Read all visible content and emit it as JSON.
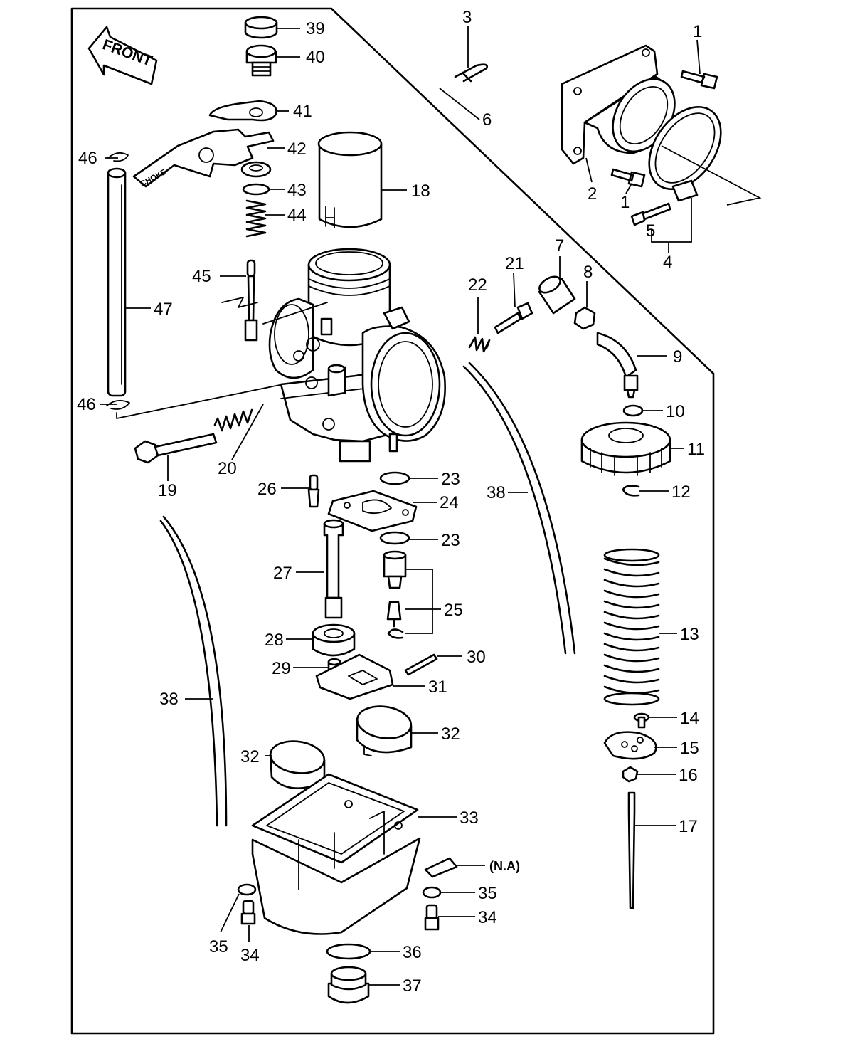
{
  "front_label": "FRONT",
  "choke_text": "CHOKE",
  "callouts": {
    "c1a": "1",
    "c1b": "1",
    "c2": "2",
    "c3": "3",
    "c4": "4",
    "c5": "5",
    "c6": "6",
    "c7": "7",
    "c8": "8",
    "c9": "9",
    "c10": "10",
    "c11": "11",
    "c12": "12",
    "c13": "13",
    "c14": "14",
    "c15": "15",
    "c16": "16",
    "c17": "17",
    "c18": "18",
    "c19": "19",
    "c20": "20",
    "c21": "21",
    "c22": "22",
    "c23a": "23",
    "c23b": "23",
    "c24": "24",
    "c25": "25",
    "c26": "26",
    "c27": "27",
    "c28": "28",
    "c29": "29",
    "c30": "30",
    "c31": "31",
    "c32a": "32",
    "c32b": "32",
    "c33": "33",
    "cna": "(N.A)",
    "c34a": "34",
    "c34b": "34",
    "c35a": "35",
    "c35b": "35",
    "c36": "36",
    "c37": "37",
    "c38a": "38",
    "c38b": "38",
    "c39": "39",
    "c40": "40",
    "c41": "41",
    "c42": "42",
    "c43": "43",
    "c44": "44",
    "c45": "45",
    "c46a": "46",
    "c46b": "46",
    "c47": "47"
  }
}
